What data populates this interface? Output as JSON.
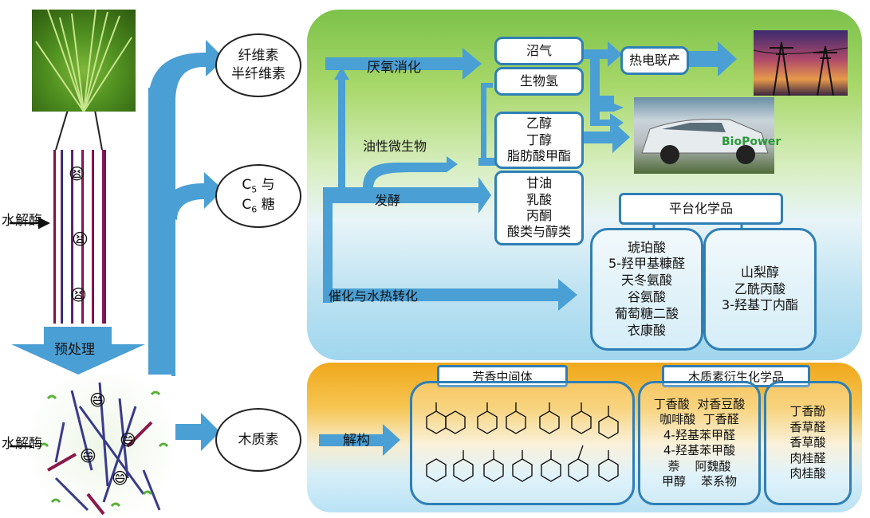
{
  "left": {
    "hydrolase_top": "水解酶",
    "hydrolase_bottom": "水解酶",
    "pretreatment": "预处理"
  },
  "circles": {
    "cellulose": [
      "纤维素",
      "半纤维素"
    ],
    "sugar_line1": "C",
    "sugar_sub1": "5",
    "sugar_mid": " 与",
    "sugar_line2": "C",
    "sugar_sub2": "6",
    "sugar_end": " 糖",
    "lignin": "木质素"
  },
  "top_panel": {
    "anaerobic": "厌氧消化",
    "oleaginous": "油性微生物",
    "fermentation": "发酵",
    "catalytic": "催化与水热转化",
    "biogas": "沼气",
    "biohydrogen": "生物氢",
    "fuels": [
      "乙醇",
      "丁醇",
      "脂肪酸甲酯"
    ],
    "ferm_products": [
      "甘油",
      "乳酸",
      "丙酮",
      "酸类与醇类"
    ],
    "chp": "热电联产",
    "platform_title": "平台化学品",
    "platform_a": [
      "琥珀酸",
      "5-羟甲基糠醛",
      "天冬氨酸",
      "谷氨酸",
      "葡萄糖二酸",
      "衣康酸"
    ],
    "platform_b": [
      "山梨醇",
      "乙酰丙酸",
      "3-羟基丁内酯"
    ],
    "car_label": "BioPower"
  },
  "bottom_panel": {
    "deconstruct": "解构",
    "aromatic_title": "芳香中间体",
    "lignin_chem_title": "木质素衍生化学品",
    "lignin_chem_a": [
      "丁香酸  对香豆酸",
      "咖啡酸  丁香醛",
      "4-羟基苯甲醛",
      "4-羟基苯甲酸",
      "萘    阿魏酸",
      "甲醇    苯系物"
    ],
    "lignin_chem_b": [
      "丁香酚",
      "香草醛",
      "香草酸",
      "肉桂醛",
      "肉桂酸"
    ]
  },
  "colors": {
    "arrow": "#4a9fd4",
    "box_border": "#2f7fb6",
    "top_panel_green": "#7cc24a",
    "bottom_panel_orange": "#f0a81c"
  }
}
